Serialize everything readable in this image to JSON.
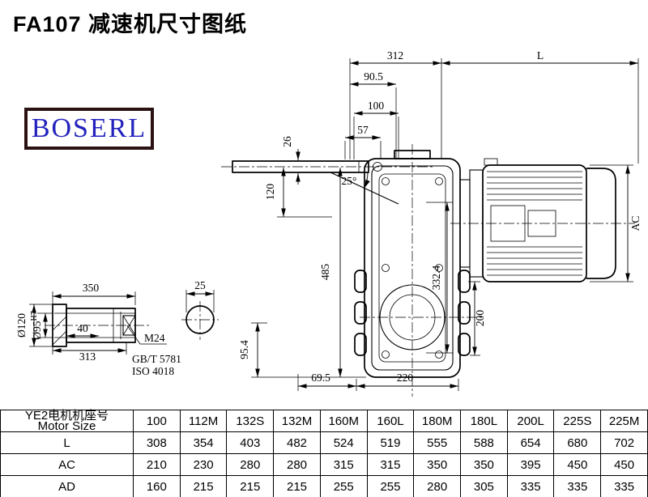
{
  "title": "FA107 减速机尺寸图纸",
  "logo": {
    "text": "BOSERL"
  },
  "drawing": {
    "dims": {
      "d312": "312",
      "L": "L",
      "d90_5": "90.5",
      "d100": "100",
      "d57": "57",
      "d26": "26",
      "d120v": "120",
      "angle25": "25°",
      "d485": "485",
      "AC": "AC",
      "d332_4": "332.4",
      "d200": "200",
      "d69_5": "69.5",
      "d220": "220",
      "d95_4": "95.4",
      "d350": "350",
      "d25": "25",
      "d40": "40",
      "d313": "313",
      "dia120": "Ø120",
      "dia95": "Ø95",
      "dia95_sup": "H7",
      "m24": "M24",
      "gbt": "GB/T 5781",
      "iso": "ISO 4018"
    }
  },
  "table": {
    "header_cn": "YE2电机机座号",
    "header_en": "Motor Size",
    "columns": [
      "100",
      "112M",
      "132S",
      "132M",
      "160M",
      "160L",
      "180M",
      "180L",
      "200L",
      "225S",
      "225M"
    ],
    "rows": [
      {
        "label": "L",
        "values": [
          "308",
          "354",
          "403",
          "482",
          "524",
          "519",
          "555",
          "588",
          "654",
          "680",
          "702"
        ]
      },
      {
        "label": "AC",
        "values": [
          "210",
          "230",
          "280",
          "280",
          "315",
          "315",
          "350",
          "350",
          "395",
          "450",
          "450"
        ]
      },
      {
        "label": "AD",
        "values": [
          "160",
          "215",
          "215",
          "215",
          "255",
          "255",
          "280",
          "305",
          "335",
          "335",
          "335"
        ]
      }
    ]
  }
}
